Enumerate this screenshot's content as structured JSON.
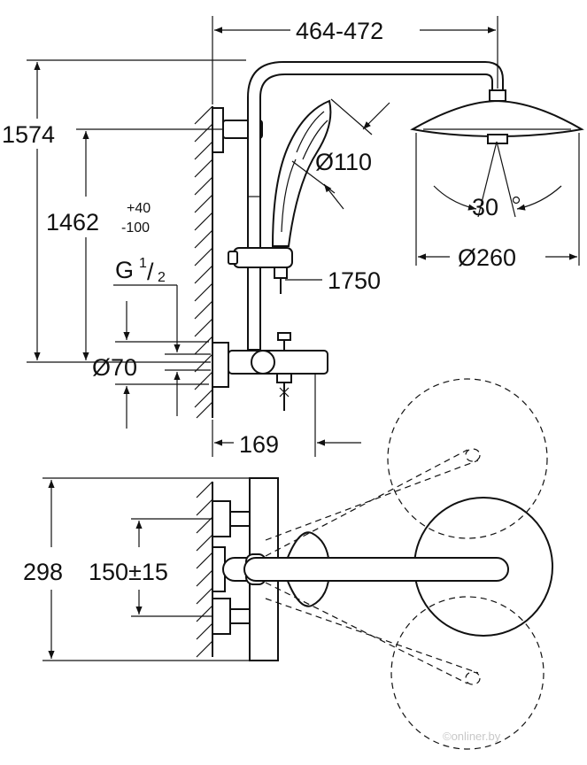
{
  "colors": {
    "line": "#111111",
    "background": "#ffffff",
    "watermark": "#c8c8c8"
  },
  "dimensions": {
    "rail_projection": "464-472",
    "total_height": "1574",
    "outlet_height_base": "1462",
    "outlet_tol_plus": "+40",
    "outlet_tol_minus": "-100",
    "thread_letter": "G",
    "thread_num": "1",
    "thread_den": "2",
    "escutcheon_diameter": "Ø70",
    "hand_shower_diameter": "Ø110",
    "head_tilt_angle": "30",
    "head_diameter": "Ø260",
    "hose_length": "1750",
    "spout_projection": "169",
    "plan_depth": "298",
    "inlet_spacing": "150±15"
  },
  "watermark": "©onliner.by"
}
